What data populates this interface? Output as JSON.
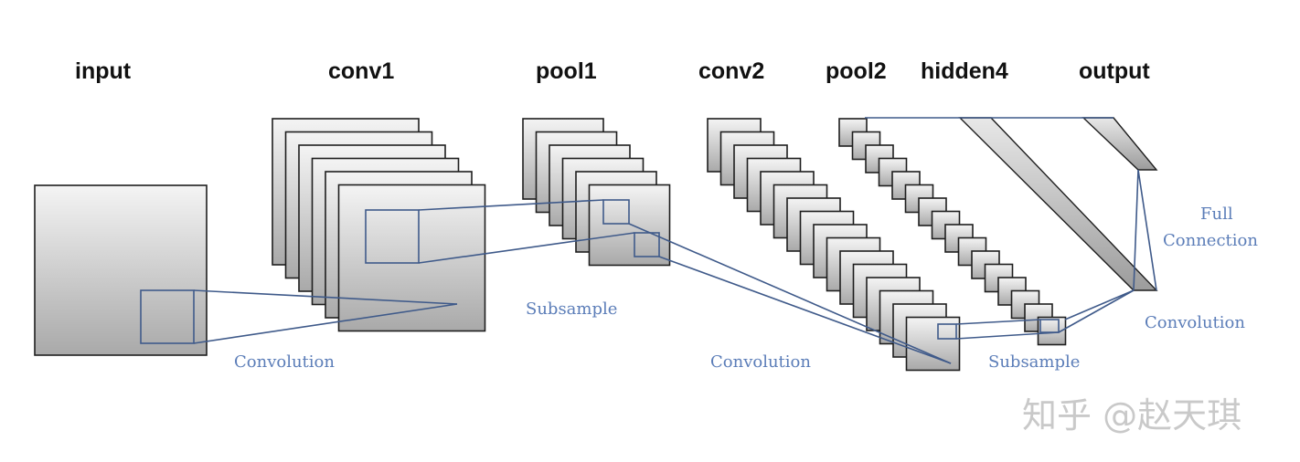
{
  "headings": {
    "input": "input",
    "conv1": "conv1",
    "pool1": "pool1",
    "conv2": "conv2",
    "pool2": "pool2",
    "hidden4": "hidden4",
    "output": "output"
  },
  "operations": {
    "convolution_1": "Convolution",
    "subsample_1": "Subsample",
    "convolution_2": "Convolution",
    "subsample_2": "Subsample",
    "convolution_3": "Convolution",
    "full_connection_line1": "Full",
    "full_connection_line2": "Connection"
  },
  "watermark": "知乎 @赵天琪",
  "colors": {
    "connector": "#3f5a8a",
    "label_blue": "#5b7db8",
    "map_fill_light": "#f4f4f4",
    "map_fill_dark": "#a9a9a9",
    "map_border": "#1e1e1e"
  }
}
